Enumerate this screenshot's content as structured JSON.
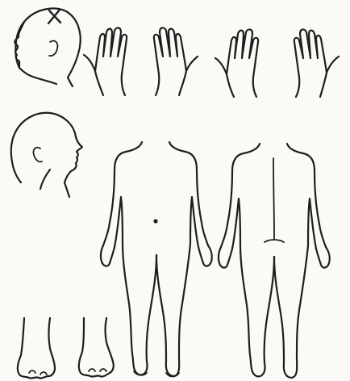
{
  "diagram": {
    "kind": "body outline chart",
    "views": [
      "head-left-profile",
      "hand-left-palm",
      "hand-right-palm",
      "hand-left-back",
      "hand-right-back",
      "head-right-profile",
      "body-front",
      "body-back",
      "feet"
    ],
    "markings": [
      {
        "view": "head-left-profile",
        "symbol": "x"
      }
    ],
    "colors": {
      "ink": "#1e1e1e",
      "paper": "#fbfaf7"
    }
  }
}
